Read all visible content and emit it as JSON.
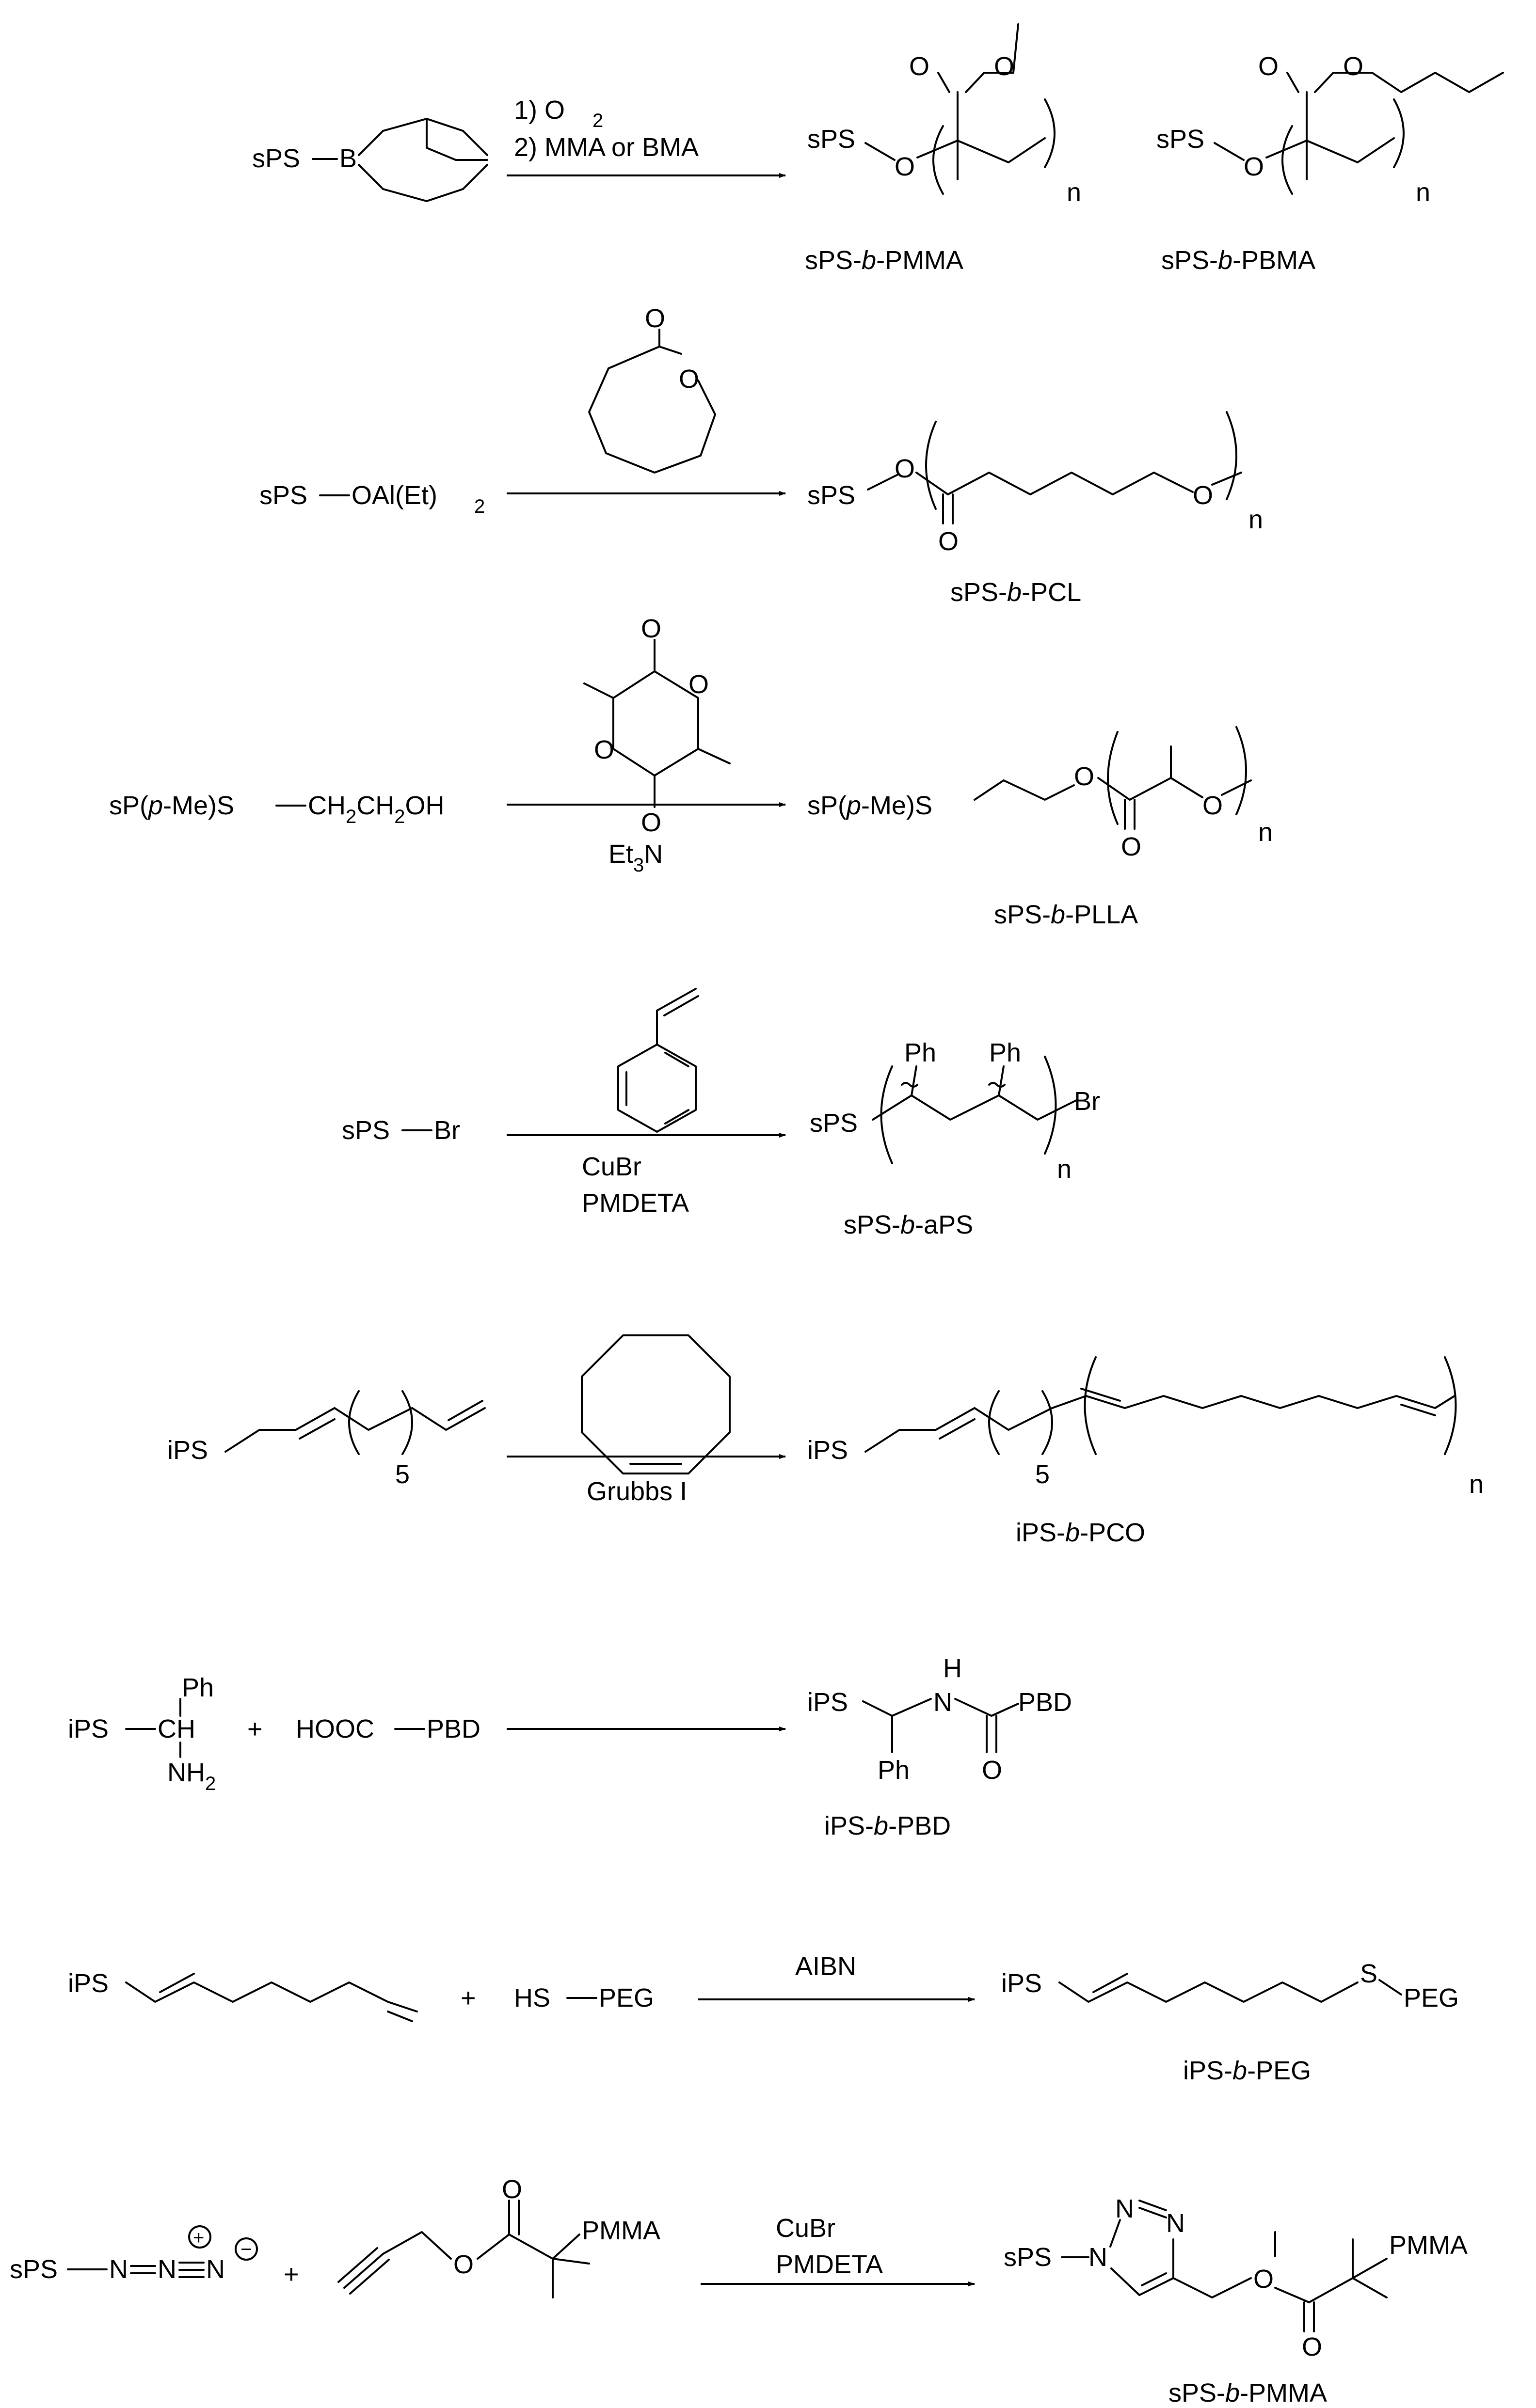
{
  "reactions": [
    {
      "reagents": [
        "1) O",
        "2) MMA or BMA"
      ],
      "reagent_sub": "2",
      "left": {
        "pre": "sPS",
        "atom": "B"
      },
      "products": [
        {
          "chain": "sPS",
          "o": "O",
          "n": "n",
          "ester_o1": "O",
          "ester_o2": "O",
          "name_pre": "sPS-",
          "name_it": "b",
          "name_post": "-PMMA"
        },
        {
          "chain": "sPS",
          "o": "O",
          "n": "n",
          "ester_o1": "O",
          "ester_o2": "O",
          "name_pre": "sPS-",
          "name_it": "b",
          "name_post": "-PBMA"
        }
      ]
    },
    {
      "monomer_o1": "O",
      "monomer_o2": "O",
      "left": {
        "pre": "sPS",
        "mid": "OAl(Et)",
        "sub": "2"
      },
      "product": {
        "chain": "sPS",
        "o1": "O",
        "o2": "O",
        "o3": "O",
        "n": "n",
        "name_pre": "sPS-",
        "name_it": "b",
        "name_post": "-PCL"
      }
    },
    {
      "monomer_o": [
        "O",
        "O",
        "O",
        "O"
      ],
      "left": {
        "a": "sP(",
        "it": "p",
        "b": "-Me)S",
        "c": "CH",
        "sub1": "2",
        "d": "CH",
        "sub2": "2",
        "e": "OH"
      },
      "below": {
        "a": "Et",
        "sub": "3",
        "b": "N"
      },
      "product": {
        "a": "sP(",
        "it": "p",
        "b": "-Me)S",
        "o1": "O",
        "o2": "O",
        "o3": "O",
        "n": "n",
        "name_pre": "sPS-",
        "name_it": "b",
        "name_post": "-PLLA"
      }
    },
    {
      "left": {
        "a": "sPS",
        "b": "Br"
      },
      "below": [
        "CuBr",
        "PMDETA"
      ],
      "product": {
        "chain": "sPS",
        "ph1": "Ph",
        "ph2": "Ph",
        "end": "Br",
        "n": "n",
        "name_pre": "sPS-",
        "name_it": "b",
        "name_post": "-aPS"
      }
    },
    {
      "left": {
        "chain": "iPS",
        "five": "5"
      },
      "below": "Grubbs I",
      "product": {
        "chain": "iPS",
        "five": "5",
        "n": "n",
        "name_pre": "iPS-",
        "name_it": "b",
        "name_post": "-PCO"
      }
    },
    {
      "left": {
        "chain": "iPS",
        "ch": "CH",
        "ph": "Ph",
        "nh": "NH",
        "sub": "2"
      },
      "plus": "+",
      "middle": {
        "a": "HOOC",
        "b": "PBD"
      },
      "product": {
        "chain": "iPS",
        "h": "H",
        "n_atom": "N",
        "pbd": "PBD",
        "ph": "Ph",
        "o": "O",
        "name_pre": "iPS-",
        "name_it": "b",
        "name_post": "-PBD"
      }
    },
    {
      "left": {
        "chain": "iPS"
      },
      "plus": "+",
      "middle": {
        "a": "HS",
        "b": "PEG"
      },
      "above": "AIBN",
      "product": {
        "chain": "iPS",
        "s": "S",
        "peg": "PEG",
        "name_pre": "iPS-",
        "name_it": "b",
        "name_post": "-PEG"
      }
    },
    {
      "left": {
        "a": "sPS",
        "n1": "N",
        "n2": "N",
        "n3": "N",
        "plus": "+",
        "minus": "−"
      },
      "plus": "+",
      "middle": {
        "o1": "O",
        "o2": "O",
        "pmma": "PMMA"
      },
      "above": [
        "CuBr",
        "PMDETA"
      ],
      "product": {
        "chain": "sPS",
        "n1": "N",
        "n2": "N",
        "n3": "N",
        "o1": "O",
        "o2": "O",
        "pmma": "PMMA",
        "name_pre": "sPS-",
        "name_it": "b",
        "name_post": "-PMMA"
      }
    }
  ]
}
